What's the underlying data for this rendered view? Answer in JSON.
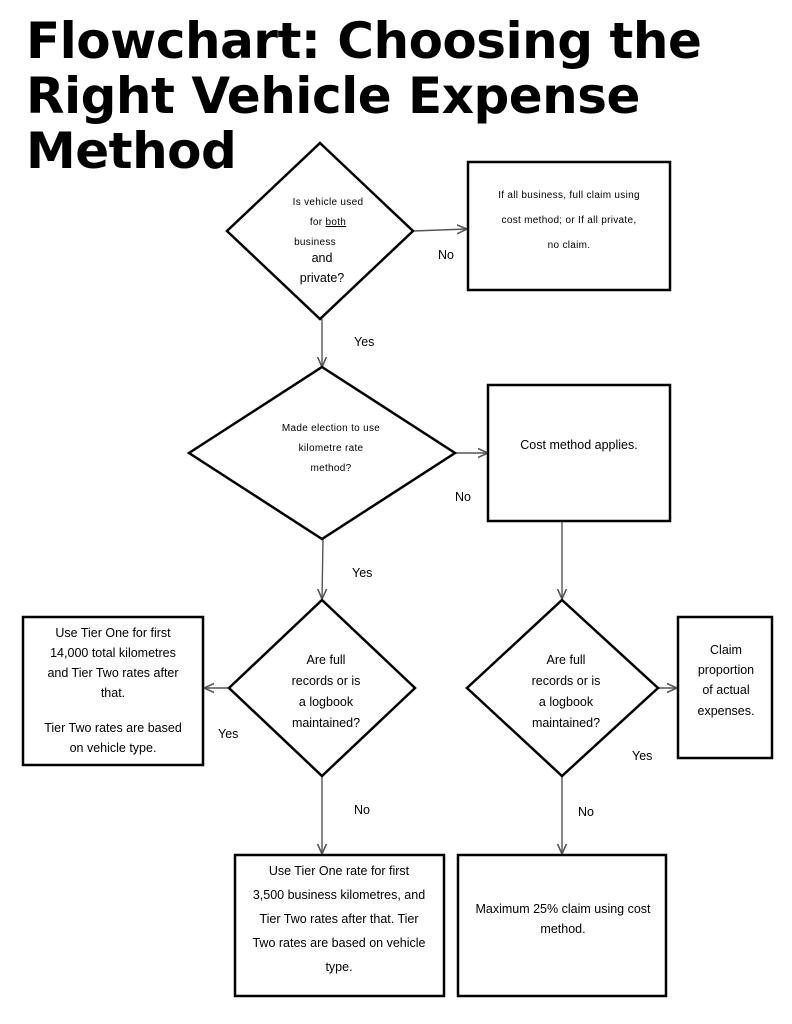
{
  "title": {
    "line1": "Flowchart: Choosing the",
    "line2": "Right Vehicle Expense",
    "line3": "Method"
  },
  "decisions": {
    "d1": {
      "line1": "Is vehicle used",
      "line2_prefix": "for ",
      "line2_underlined": "both",
      "line3": "business",
      "line4": "and",
      "line5": "private?"
    },
    "d2": {
      "line1": "Made election to use",
      "line2": "kilometre rate",
      "line3": "method?"
    },
    "d3": {
      "line1": "Are full",
      "line2": "records or is",
      "line3": "a logbook",
      "line4": "maintained?"
    },
    "d4": {
      "line1": "Are full",
      "line2": "records or is",
      "line3": "a logbook",
      "line4": "maintained?"
    }
  },
  "boxes": {
    "b1": {
      "line1": "If all business, full claim using",
      "line2": "cost method; or If all private,",
      "line3": "no claim."
    },
    "b2": {
      "line1": "Cost method applies."
    },
    "b3": {
      "line1": "Use Tier One for first",
      "line2": "14,000 total kilometres",
      "line3": "and Tier Two rates after",
      "line4": "that.",
      "line5": "Tier Two rates are based",
      "line6": "on vehicle type."
    },
    "b4": {
      "line1": "Claim",
      "line2": "proportion",
      "line3": "of actual",
      "line4": "expenses."
    },
    "b5": {
      "line1": "Use Tier One rate for first",
      "line2": "3,500 business kilometres, and",
      "line3": "Tier Two rates after that. Tier",
      "line4": "Two rates are based on vehicle",
      "line5": "type."
    },
    "b6": {
      "line1": "Maximum 25% claim using cost",
      "line2": "method."
    }
  },
  "edge_labels": {
    "d1_no": "No",
    "d1_yes": "Yes",
    "d2_no": "No",
    "d2_yes": "Yes",
    "d3_yes": "Yes",
    "d3_no": "No",
    "d4_yes": "Yes",
    "d4_no": "No"
  }
}
